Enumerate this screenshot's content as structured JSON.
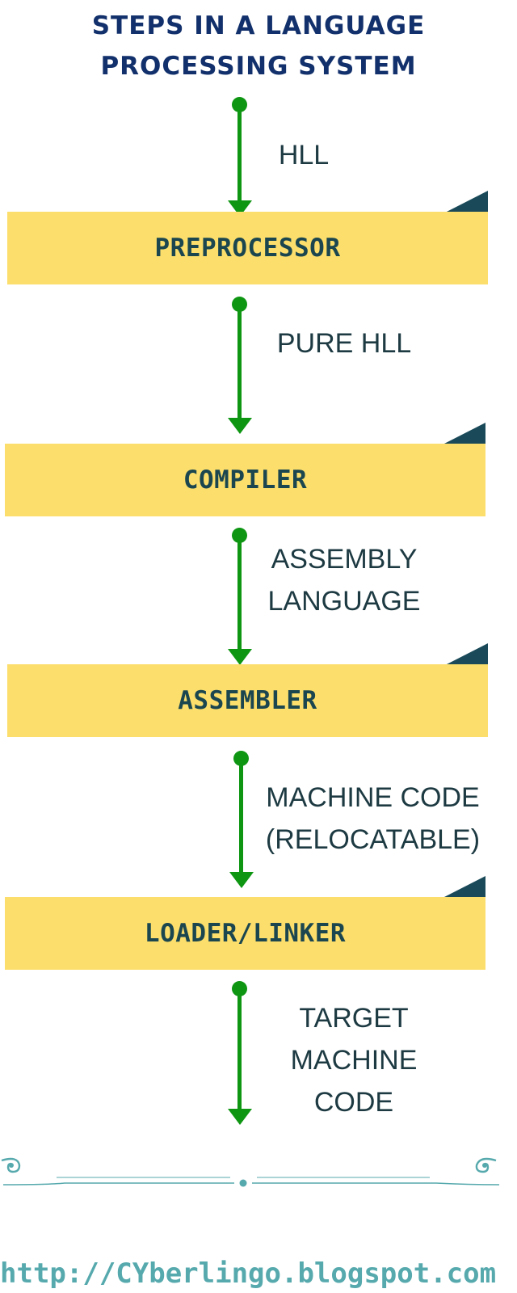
{
  "title": {
    "line1": "STEPS  IN A LANGUAGE",
    "line2": "PROCESSING SYSTEM"
  },
  "stages": [
    {
      "label": "PREPROCESSOR"
    },
    {
      "label": "COMPILER"
    },
    {
      "label": "ASSEMBLER"
    },
    {
      "label": "LOADER/LINKER"
    }
  ],
  "flows": [
    {
      "lines": [
        "HLL"
      ]
    },
    {
      "lines": [
        "PURE HLL"
      ]
    },
    {
      "lines": [
        "ASSEMBLY",
        "LANGUAGE"
      ]
    },
    {
      "lines": [
        "MACHINE CODE",
        "(RELOCATABLE)"
      ]
    },
    {
      "lines": [
        "TARGET",
        "MACHINE",
        "CODE"
      ]
    }
  ],
  "footer": {
    "url": "http://CYberlingo.blogspot.com"
  },
  "colors": {
    "title": "#12306b",
    "ribbon": "#fbde6b",
    "ribbon_fold": "#1a4a59",
    "arrow": "#0e9613",
    "label": "#1d3a42",
    "url": "#56a9ad"
  }
}
